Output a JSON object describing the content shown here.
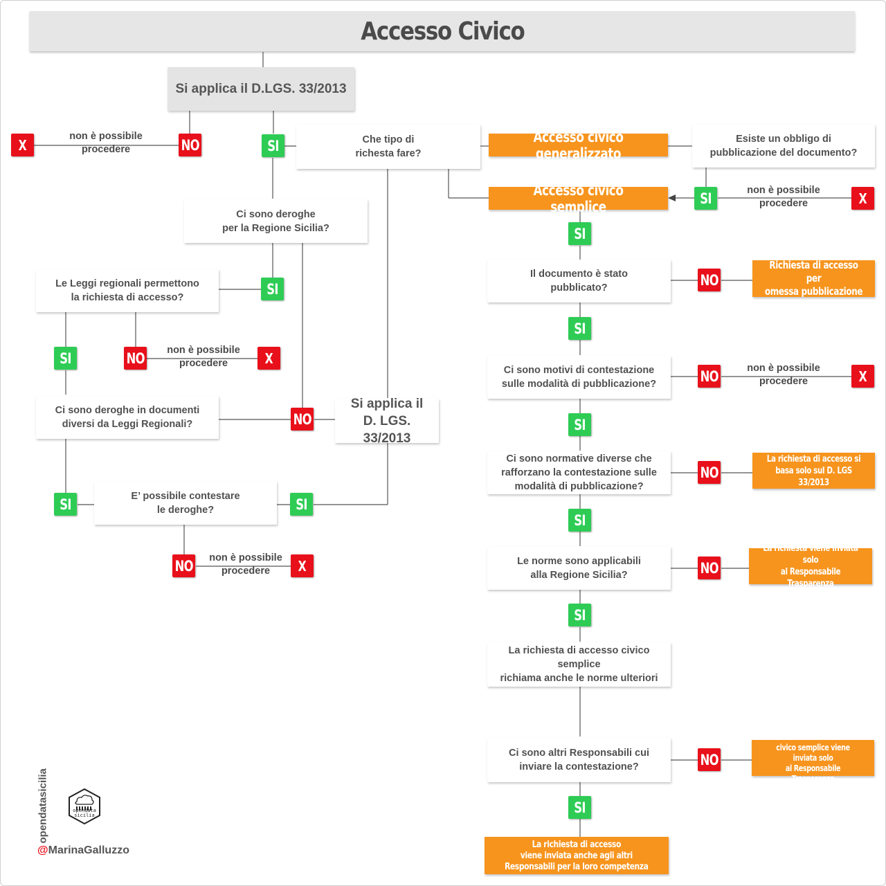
{
  "title": "Accesso Civico",
  "nodes": {
    "si_applica_top": "Si applica il D.LGS. 33/2013",
    "che_tipo": "Che tipo di\nrichesta fare?",
    "deroghe_regione": "Ci sono deroghe\nper la Regione Sicilia?",
    "leggi_regionali": "Le Leggi regionali permettono\nla richiesta di accesso?",
    "deroghe_documenti": "Ci sono deroghe in documenti\ndiversi da Leggi Regionali?",
    "si_applica_mid": "Si applica il\nD. LGS. 33/2013",
    "contestare_deroghe": "E’ possibile contestare\nle deroghe?",
    "obbligo": "Esiste un obbligo di\npubblicazione del documento?",
    "pubblicato": "Il documento è stato\npubblicato?",
    "motivi": "Ci sono motivi di contestazione\nsulle modalità di pubblicazione?",
    "normative": "Ci sono normative diverse che\nrafforzano la contestazione sulle\nmodalità di pubblicazione?",
    "norme_applicabili": "Le norme sono applicabili\nalla Regione Sicilia?",
    "richiama": "La richiesta di accesso civico semplice\nrichiama anche le norme ulteriori",
    "altri_responsabili": "Ci sono altri Responsabili cui\ninviare la contestazione?"
  },
  "outcomes": {
    "generalizzato": "Accesso civico generalizzato",
    "semplice": "Accesso civico semplice",
    "omessa": "Richiesta di accesso per\nomessa pubblicazione",
    "solo_dlgs": "La richiesta di accesso si\nbasa solo sul D. LGS 33/2013",
    "solo_trasparenza": "La richiesta viene inviata solo\nal Responsabile Trasparenza",
    "semplice_trasparenza": "La richiesta di accesso\ncivico semplice viene inviata solo\nal Responsabile Trasparenza",
    "altri": "La richiesta di accesso\nviene inviata anche agli altri\nResponsabili per la loro competenza"
  },
  "labels": {
    "si": "SI",
    "no": "NO",
    "x": "X",
    "non_possibile": "non è possibile\nprocedere"
  },
  "branding": {
    "vertical_text": "opendatasicilia",
    "logo_small": "opendata\nsicilia",
    "handle_at": "@",
    "handle": "MarinaGalluzzo"
  },
  "colors": {
    "green": "#2ecc55",
    "red": "#e8101a",
    "orange": "#f7941d",
    "title_bg": "#e6e6e6"
  }
}
